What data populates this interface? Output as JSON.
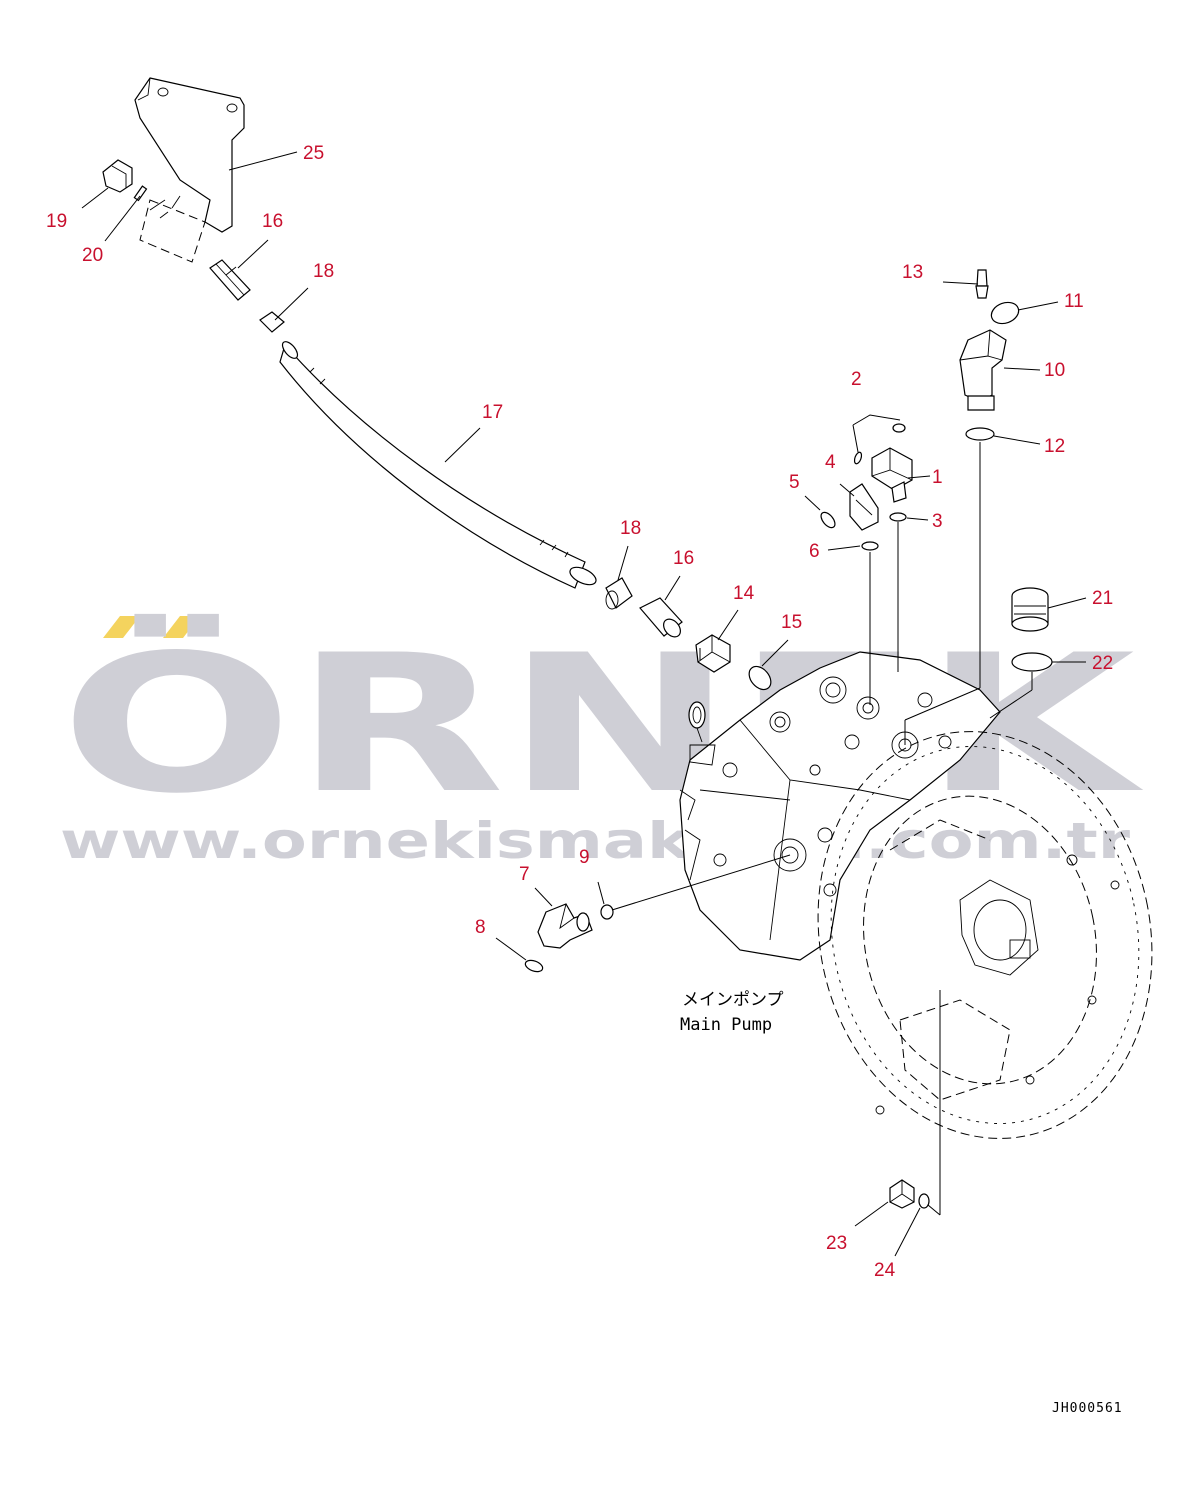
{
  "diagram": {
    "pump_label_jp": "メインポンプ",
    "pump_label_en": "Main Pump",
    "drawing_code": "JH000561"
  },
  "watermark": {
    "brand": "ÖRNEK",
    "website": "www.ornekismakinasi.com.tr",
    "accent_color": "#f4d35e",
    "color": "#cfcfd6"
  },
  "callout_color": "#c8102e",
  "callouts": [
    {
      "id": "c1",
      "label": "1"
    },
    {
      "id": "c2",
      "label": "2"
    },
    {
      "id": "c3",
      "label": "3"
    },
    {
      "id": "c4",
      "label": "4"
    },
    {
      "id": "c5",
      "label": "5"
    },
    {
      "id": "c6",
      "label": "6"
    },
    {
      "id": "c7",
      "label": "7"
    },
    {
      "id": "c8",
      "label": "8"
    },
    {
      "id": "c9",
      "label": "9"
    },
    {
      "id": "c10",
      "label": "10"
    },
    {
      "id": "c11",
      "label": "11"
    },
    {
      "id": "c12",
      "label": "12"
    },
    {
      "id": "c13",
      "label": "13"
    },
    {
      "id": "c14",
      "label": "14"
    },
    {
      "id": "c15",
      "label": "15"
    },
    {
      "id": "c16a",
      "label": "16"
    },
    {
      "id": "c16b",
      "label": "16"
    },
    {
      "id": "c17",
      "label": "17"
    },
    {
      "id": "c18a",
      "label": "18"
    },
    {
      "id": "c18b",
      "label": "18"
    },
    {
      "id": "c19",
      "label": "19"
    },
    {
      "id": "c20",
      "label": "20"
    },
    {
      "id": "c21",
      "label": "21"
    },
    {
      "id": "c22",
      "label": "22"
    },
    {
      "id": "c23",
      "label": "23"
    },
    {
      "id": "c24",
      "label": "24"
    },
    {
      "id": "c25",
      "label": "25"
    }
  ]
}
